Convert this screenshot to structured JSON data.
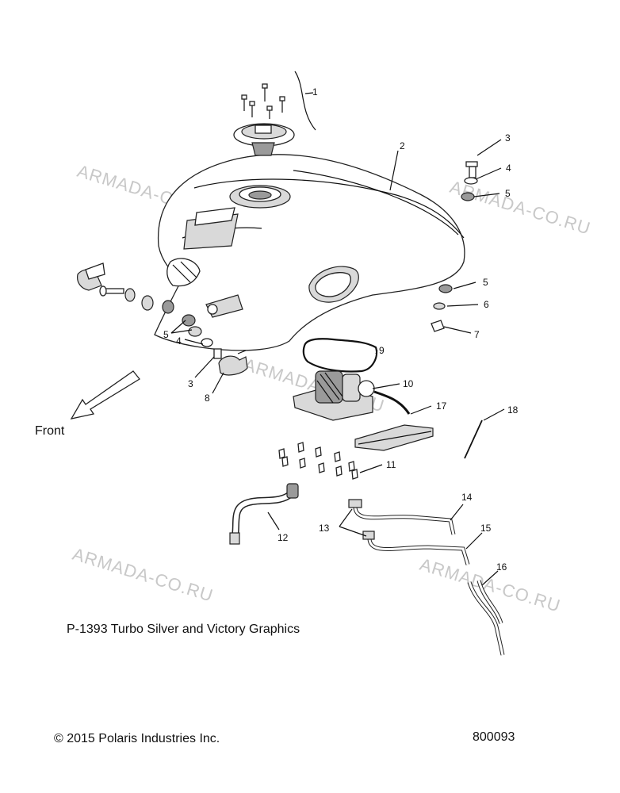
{
  "watermark": "ARMADA-CO.RU",
  "front_label": "Front",
  "caption": "P-1393 Turbo Silver and Victory Graphics",
  "copyright": "© 2015 Polaris Industries Inc.",
  "diagram_number": "800093",
  "callouts": {
    "c1": "1",
    "c2": "2",
    "c3a": "3",
    "c4a": "4",
    "c5a": "5",
    "c5b": "5",
    "c6": "6",
    "c7": "7",
    "c9": "9",
    "c10": "10",
    "c17": "17",
    "c18": "18",
    "c11": "11",
    "c5c": "5",
    "c4b": "4",
    "c3b": "3",
    "c8": "8",
    "c12": "12",
    "c13": "13",
    "c14": "14",
    "c15": "15",
    "c16": "16"
  }
}
